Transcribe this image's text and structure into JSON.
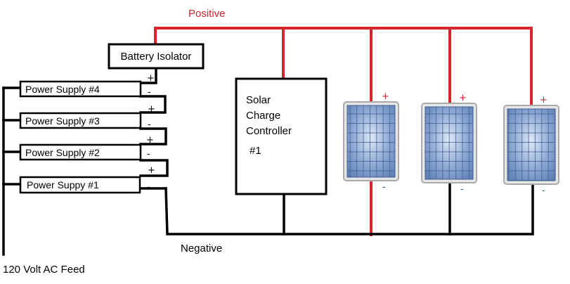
{
  "labels": {
    "positive": "Positive",
    "negative": "Negative",
    "ac_feed": "120 Volt AC Feed",
    "battery_isolator": "Battery Isolator",
    "controller_line1": "Solar",
    "controller_line2": "Charge",
    "controller_line3": "Controller",
    "controller_line4": "#1"
  },
  "power_supplies": [
    {
      "label": "Power Supply #4"
    },
    {
      "label": "Power Supply #3"
    },
    {
      "label": "Power Supply #2"
    },
    {
      "label": "Power Suppy #1"
    }
  ],
  "solar_panels": [
    {
      "plus": "+",
      "minus": "-"
    },
    {
      "plus": "+",
      "minus": "-"
    },
    {
      "plus": "+",
      "minus": "-"
    }
  ],
  "signs": {
    "plus": "+",
    "minus": "-"
  },
  "colors": {
    "positive_wire": "#d7262e",
    "negative_wire": "#000000",
    "panel_cell": "#7d9cc8",
    "panel_frame": "#b9b9b9"
  }
}
